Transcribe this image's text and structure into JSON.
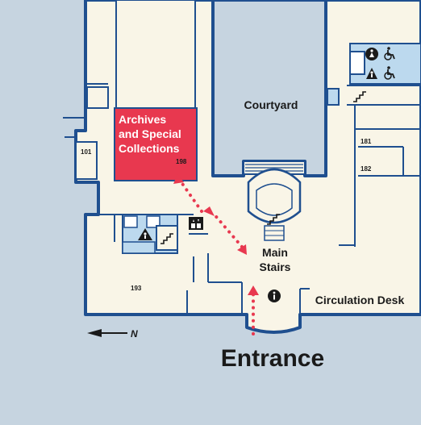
{
  "colors": {
    "background": "#c6d4e0",
    "floor": "#f9f5e7",
    "courtyard": "#c6d4e0",
    "wall": "#1f4f8f",
    "room_fill": "#bcd9ee",
    "highlight": "#e8384f",
    "route": "#e8384f",
    "icon": "#1a1a1a"
  },
  "labels": {
    "archives_line1": "Archives",
    "archives_line2": "and Special",
    "archives_line3": "Collections",
    "courtyard": "Courtyard",
    "main_stairs_line1": "Main",
    "main_stairs_line2": "Stairs",
    "circulation_desk": "Circulation Desk",
    "entrance": "Entrance",
    "north": "N"
  },
  "rooms": {
    "archives_number": "198",
    "left_room": "101",
    "bottom_left_room": "193",
    "right_upper_room": "181",
    "right_lower_room": "182"
  },
  "icons": [
    "restroom-female-icon",
    "wheelchair-icon",
    "restroom-male-icon",
    "wheelchair-icon",
    "stairs-icon",
    "elevator-icon",
    "restroom-male-icon",
    "information-icon"
  ]
}
